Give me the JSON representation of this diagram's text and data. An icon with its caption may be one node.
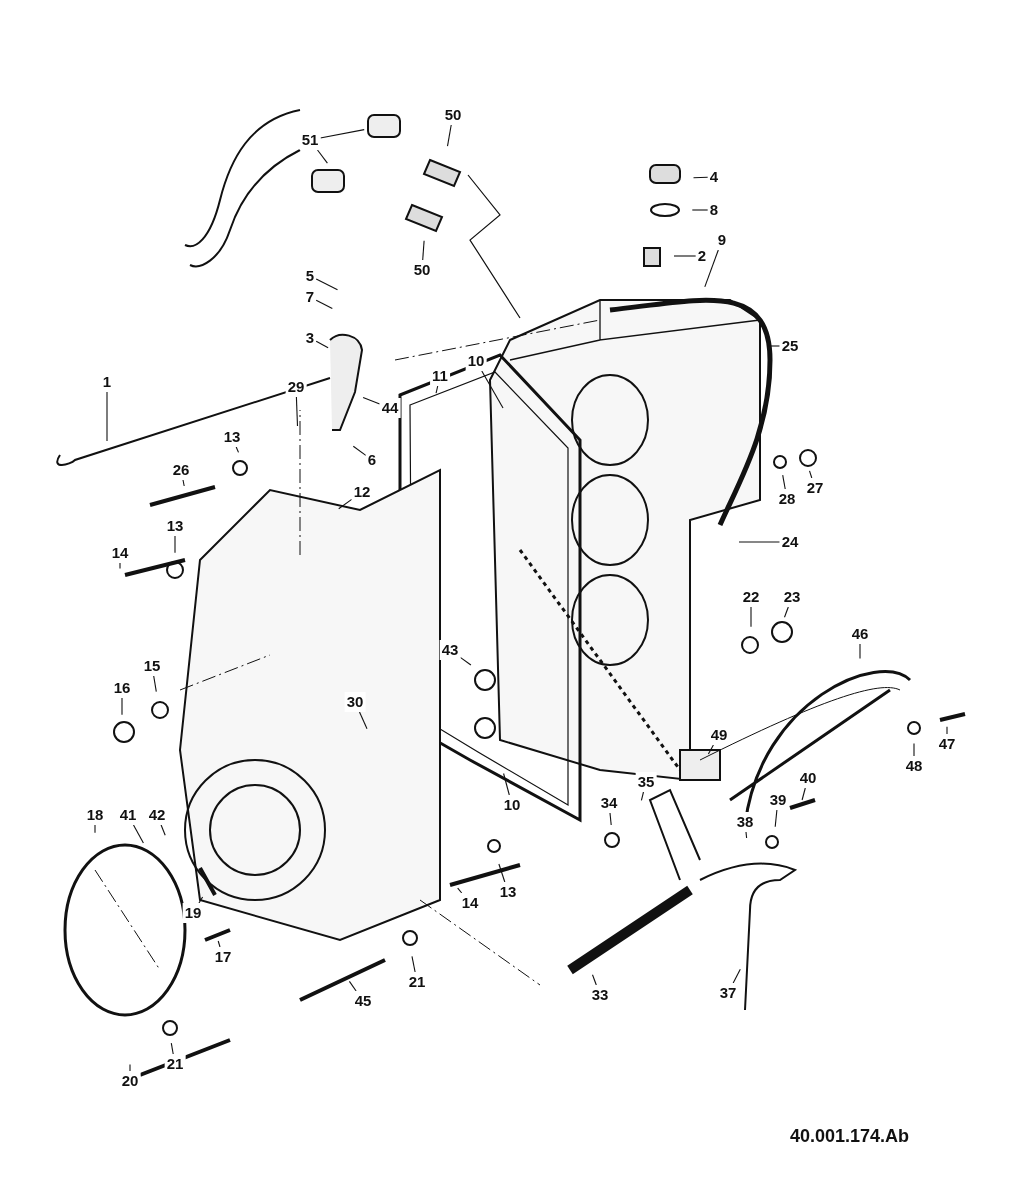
{
  "diagram": {
    "nodes": [
      {
        "text": [
          "50"
        ]
      },
      {
        "text": [
          "51"
        ]
      },
      {
        "text": [
          "4"
        ]
      },
      {
        "text": [
          "8"
        ]
      },
      {
        "text": [
          "9"
        ]
      },
      {
        "text": [
          "2"
        ]
      },
      {
        "text": [
          "50"
        ]
      },
      {
        "text": [
          "5"
        ]
      },
      {
        "text": [
          "7"
        ]
      },
      {
        "text": [
          "3"
        ]
      },
      {
        "text": [
          "25"
        ]
      },
      {
        "text": [
          "10"
        ]
      },
      {
        "text": [
          "11"
        ]
      },
      {
        "text": [
          "1"
        ]
      },
      {
        "text": [
          "29"
        ]
      },
      {
        "text": [
          "44"
        ]
      },
      {
        "text": [
          "13"
        ]
      },
      {
        "text": [
          "6"
        ]
      },
      {
        "text": [
          "26"
        ]
      },
      {
        "text": [
          "12"
        ]
      },
      {
        "text": [
          "27"
        ]
      },
      {
        "text": [
          "28"
        ]
      },
      {
        "text": [
          "13"
        ]
      },
      {
        "text": [
          "24"
        ]
      },
      {
        "text": [
          "14"
        ]
      },
      {
        "text": [
          "22"
        ]
      },
      {
        "text": [
          "23"
        ]
      },
      {
        "text": [
          "46"
        ]
      },
      {
        "text": [
          "43"
        ]
      },
      {
        "text": [
          "15"
        ]
      },
      {
        "text": [
          "16"
        ]
      },
      {
        "text": [
          "30"
        ]
      },
      {
        "text": [
          "49"
        ]
      },
      {
        "text": [
          "47"
        ]
      },
      {
        "text": [
          "48"
        ]
      },
      {
        "text": [
          "10"
        ]
      },
      {
        "text": [
          "40"
        ]
      },
      {
        "text": [
          "35"
        ]
      },
      {
        "text": [
          "39"
        ]
      },
      {
        "text": [
          "34"
        ]
      },
      {
        "text": [
          "18"
        ]
      },
      {
        "text": [
          "41"
        ]
      },
      {
        "text": [
          "42"
        ]
      },
      {
        "text": [
          "38"
        ]
      },
      {
        "text": [
          "13"
        ]
      },
      {
        "text": [
          "14"
        ]
      },
      {
        "text": [
          "19"
        ]
      },
      {
        "text": [
          "17"
        ]
      },
      {
        "text": [
          "21"
        ]
      },
      {
        "text": [
          "37"
        ]
      },
      {
        "text": [
          "33"
        ]
      },
      {
        "text": [
          "45"
        ]
      },
      {
        "text": [
          "21"
        ]
      },
      {
        "text": [
          "20"
        ]
      }
    ],
    "edges": [
      {
        "from": 0,
        "to": null,
        "arrow": "none"
      },
      {
        "from": 1,
        "to": null,
        "arrow": "none"
      },
      {
        "from": 1,
        "to": null,
        "arrow": "none"
      },
      {
        "from": 2,
        "to": null,
        "arrow": "none"
      },
      {
        "from": 3,
        "to": null,
        "arrow": "none"
      },
      {
        "from": 4,
        "to": null,
        "arrow": "none"
      },
      {
        "from": 5,
        "to": null,
        "arrow": "none"
      },
      {
        "from": 6,
        "to": null,
        "arrow": "none"
      },
      {
        "from": 7,
        "to": null,
        "arrow": "none"
      },
      {
        "from": 8,
        "to": null,
        "arrow": "none"
      },
      {
        "from": 9,
        "to": null,
        "arrow": "none"
      },
      {
        "from": 10,
        "to": null,
        "arrow": "none"
      },
      {
        "from": 11,
        "to": null,
        "arrow": "none"
      },
      {
        "from": 12,
        "to": null,
        "arrow": "none"
      },
      {
        "from": 13,
        "to": null,
        "arrow": "none"
      },
      {
        "from": 14,
        "to": null,
        "arrow": "none"
      },
      {
        "from": 15,
        "to": null,
        "arrow": "none"
      },
      {
        "from": 16,
        "to": null,
        "arrow": "none"
      },
      {
        "from": 17,
        "to": null,
        "arrow": "none"
      },
      {
        "from": 18,
        "to": null,
        "arrow": "none"
      },
      {
        "from": 19,
        "to": null,
        "arrow": "none"
      },
      {
        "from": 20,
        "to": null,
        "arrow": "none"
      },
      {
        "from": 21,
        "to": null,
        "arrow": "none"
      },
      {
        "from": 22,
        "to": null,
        "arrow": "none"
      },
      {
        "from": 23,
        "to": null,
        "arrow": "none"
      },
      {
        "from": 24,
        "to": null,
        "arrow": "none"
      },
      {
        "from": 25,
        "to": null,
        "arrow": "none"
      },
      {
        "from": 26,
        "to": null,
        "arrow": "none"
      },
      {
        "from": 27,
        "to": null,
        "arrow": "none"
      },
      {
        "from": 28,
        "to": null,
        "arrow": "none"
      },
      {
        "from": 29,
        "to": null,
        "arrow": "none"
      },
      {
        "from": 30,
        "to": null,
        "arrow": "none"
      },
      {
        "from": 31,
        "to": null,
        "arrow": "none"
      },
      {
        "from": 32,
        "to": null,
        "arrow": "none"
      },
      {
        "from": 33,
        "to": null,
        "arrow": "none"
      },
      {
        "from": 34,
        "to": null,
        "arrow": "none"
      },
      {
        "from": 35,
        "to": null,
        "arrow": "none"
      },
      {
        "from": 36,
        "to": null,
        "arrow": "none"
      },
      {
        "from": 37,
        "to": null,
        "arrow": "none"
      },
      {
        "from": 38,
        "to": null,
        "arrow": "none"
      },
      {
        "from": 39,
        "to": null,
        "arrow": "none"
      },
      {
        "from": 40,
        "to": null,
        "arrow": "none"
      },
      {
        "from": 41,
        "to": null,
        "arrow": "none"
      },
      {
        "from": 42,
        "to": null,
        "arrow": "none"
      },
      {
        "from": 43,
        "to": null,
        "arrow": "none"
      },
      {
        "from": 44,
        "to": null,
        "arrow": "none"
      },
      {
        "from": 45,
        "to": null,
        "arrow": "none"
      },
      {
        "from": 46,
        "to": null,
        "arrow": "none"
      },
      {
        "from": 47,
        "to": null,
        "arrow": "none"
      },
      {
        "from": 48,
        "to": null,
        "arrow": "none"
      },
      {
        "from": 49,
        "to": null,
        "arrow": "none"
      },
      {
        "from": 50,
        "to": null,
        "arrow": "none"
      },
      {
        "from": 51,
        "to": null,
        "arrow": "none"
      },
      {
        "from": 52,
        "to": null,
        "arrow": "none"
      },
      {
        "from": 53,
        "to": null,
        "arrow": "none"
      }
    ],
    "labels": [
      "40.001.174.Ab"
    ]
  }
}
